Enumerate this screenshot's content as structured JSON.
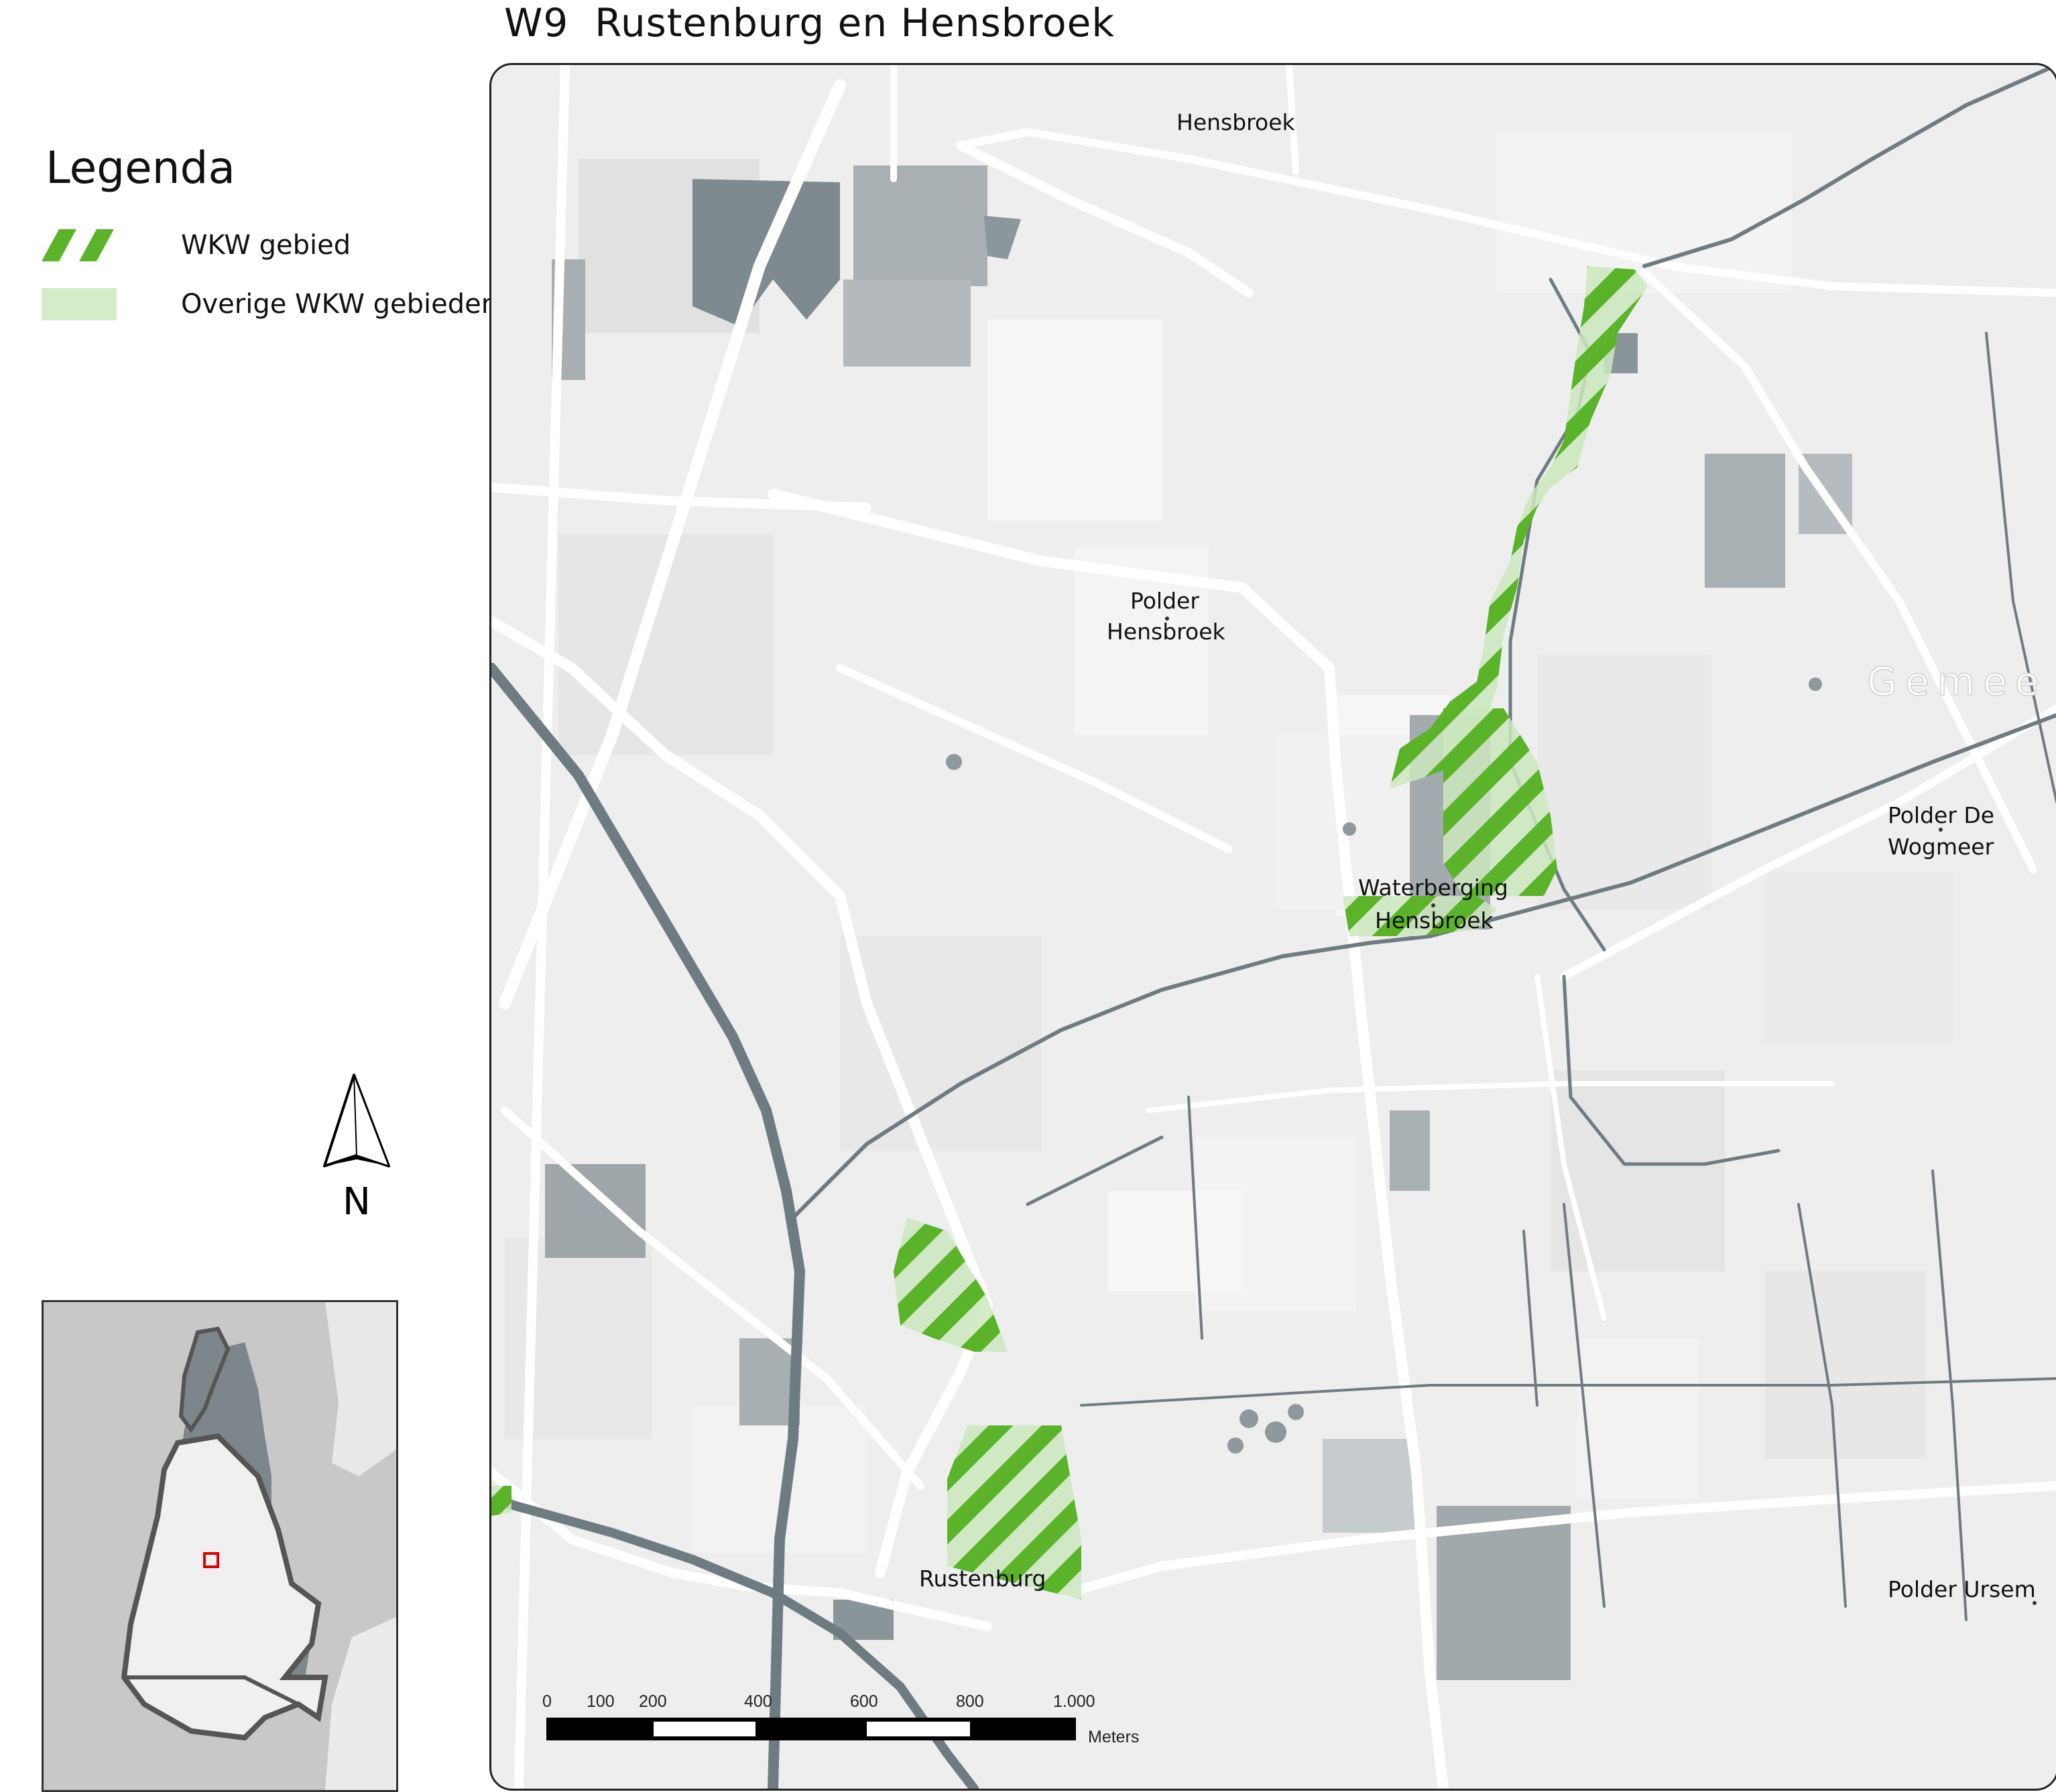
{
  "title": "W9  Rustenburg en Hensbroek",
  "legend": {
    "title": "Legenda",
    "items": [
      {
        "label": "WKW gebied",
        "style": "hatched",
        "color": "#5bb32a",
        "fill": "#cfeac0"
      },
      {
        "label": "Overige WKW gebieden",
        "style": "solid",
        "color": "#d5ecc9"
      }
    ]
  },
  "map": {
    "labels": [
      {
        "text": "Hensbroek"
      },
      {
        "text": "Polder"
      },
      {
        "text": "Hensbroek"
      },
      {
        "text": "Waterberging"
      },
      {
        "text": "Hensbroek"
      },
      {
        "text": "Polder De"
      },
      {
        "text": "Wogmeer"
      },
      {
        "text": "Rustenburg"
      },
      {
        "text": "Polder Ursem"
      },
      {
        "text": "Gemee"
      }
    ],
    "basemap": {
      "land": "#efefef",
      "road": "#ffffff",
      "water": "#6e7c82",
      "building": "#9aa3a7"
    }
  },
  "scalebar": {
    "ticks": [
      "0",
      "100",
      "200",
      "400",
      "600",
      "800",
      "1.000"
    ],
    "unit": "Meters"
  },
  "north_arrow": {
    "label": "N"
  },
  "inset": {
    "highlight_color": "#e00000",
    "icon": "overview-map"
  }
}
